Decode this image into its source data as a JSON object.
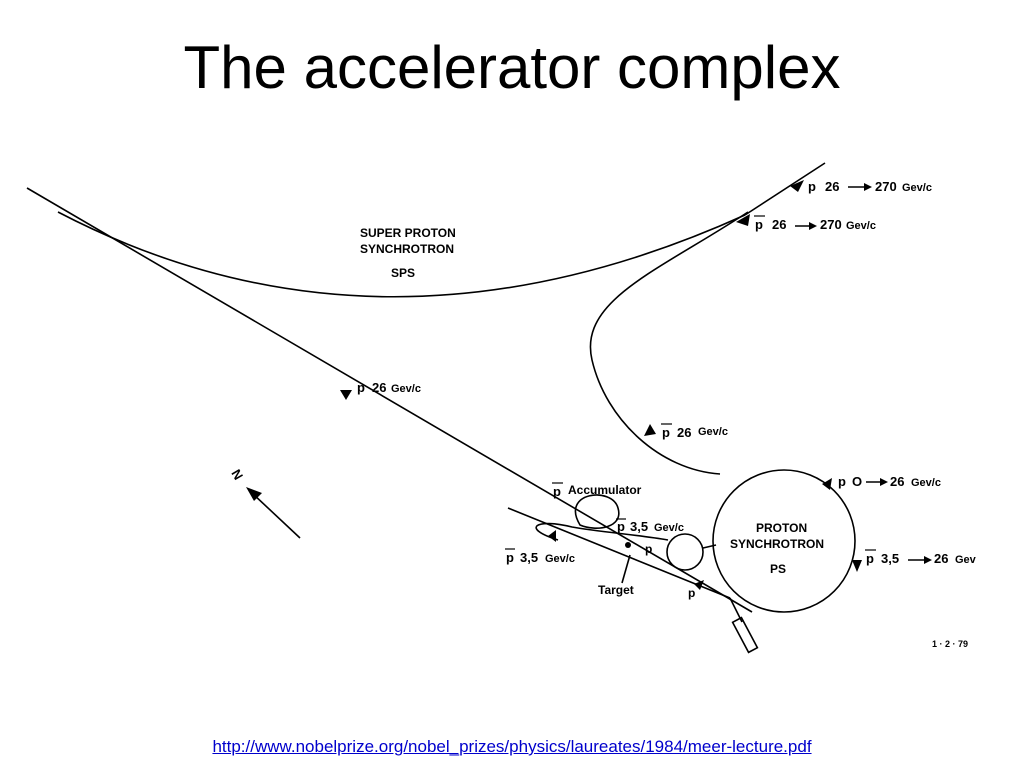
{
  "title": "The accelerator complex",
  "diagram": {
    "sps_label_1": "SUPER  PROTON",
    "sps_label_2": "SYNCHROTRON",
    "sps_label_3": "SPS",
    "p_26_270": {
      "particle": "p",
      "from": "26",
      "to": "270",
      "unit": "Gev/c"
    },
    "pbar_26_270": {
      "particle": "p",
      "from": "26",
      "to": "270",
      "unit": "Gev/c"
    },
    "p_26": {
      "particle": "p",
      "value": "26",
      "unit": "Gev/c"
    },
    "pbar_26": {
      "particle": "p",
      "value": "26",
      "unit": "Gev/c"
    },
    "p_0_26": {
      "particle": "p",
      "from": "O",
      "to": "26",
      "unit": "Gev/c"
    },
    "pbar_35_26": {
      "particle": "p",
      "from": "3,5",
      "to": "26",
      "unit": "Gev"
    },
    "accumulator": {
      "particle": "p",
      "label": "Accumulator"
    },
    "pbar_35_upper": {
      "particle": "p",
      "value": "3,5",
      "unit": "Gev/c"
    },
    "pbar_35_lower": {
      "particle": "p",
      "value": "3,5",
      "unit": "Gev/c"
    },
    "p_small_1": "p",
    "p_small_2": "p",
    "target": "Target",
    "ps_label_1": "PROTON",
    "ps_label_2": "SYNCHROTRON",
    "ps_label_3": "PS",
    "north": "N",
    "date": "1 · 2 · 79"
  },
  "source_link": "http://www.nobelprize.org/nobel_prizes/physics/laureates/1984/meer-lecture.pdf"
}
